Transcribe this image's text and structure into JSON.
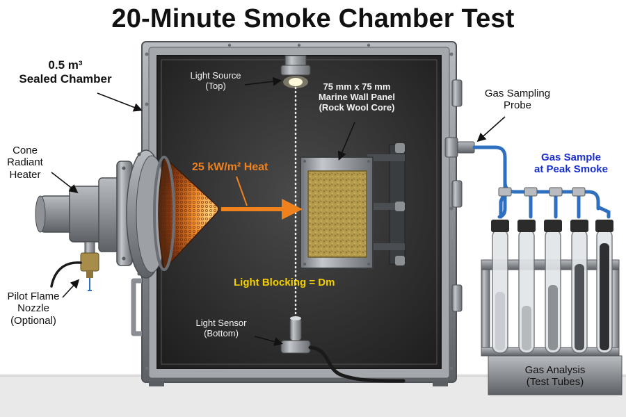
{
  "title": "20-Minute Smoke Chamber Test",
  "labels": {
    "chamber_volume": "0.5 m³",
    "chamber_sealed": "Sealed Chamber",
    "heater_line1": "Cone",
    "heater_line2": "Radiant",
    "heater_line3": "Heater",
    "pilot_line1": "Pilot Flame",
    "pilot_line2": "Nozzle",
    "pilot_line3": "(Optional)",
    "light_source_line1": "Light Source",
    "light_source_line2": "(Top)",
    "panel_line1": "75 mm x 75 mm",
    "panel_line2": "Marine Wall Panel",
    "panel_line3": "(Rock Wool Core)",
    "heat_flux": "25 kW/m² Heat",
    "light_blocking": "Light Blocking = Dm",
    "light_sensor_line1": "Light Sensor",
    "light_sensor_line2": "(Bottom)",
    "probe_line1": "Gas Sampling",
    "probe_line2": "Probe",
    "gas_sample_line1": "Gas Sample",
    "gas_sample_line2": "at Peak Smoke",
    "analysis_line1": "Gas Analysis",
    "analysis_line2": "(Test Tubes)"
  },
  "colors": {
    "heat_arrow": "#f0821e",
    "light_blocking_text": "#f5d000",
    "gas_sample_text": "#1a2fd0",
    "gas_line": "#2f6fbf",
    "chamber_interior": "#2e2e2e",
    "chamber_frame": "#8d9196"
  }
}
